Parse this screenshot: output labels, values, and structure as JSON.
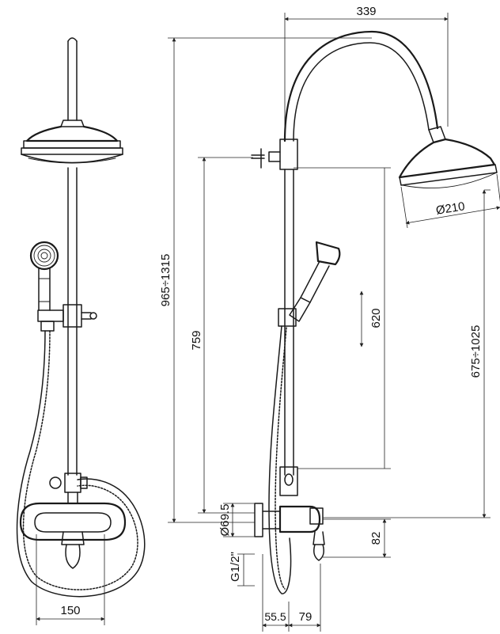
{
  "dimensions": {
    "width_top": "339",
    "head_diameter": "Ø210",
    "total_height": "965÷1315",
    "connection_height": "759",
    "slide_travel": "620",
    "head_height": "675÷1025",
    "flange_diameter": "Ø69.5",
    "thread": "G1/2\"",
    "depth_a": "55.5",
    "depth_b": "79",
    "mixer_drop": "82",
    "centers": "150"
  },
  "colors": {
    "line": "#1a1a1a",
    "background": "#ffffff"
  }
}
